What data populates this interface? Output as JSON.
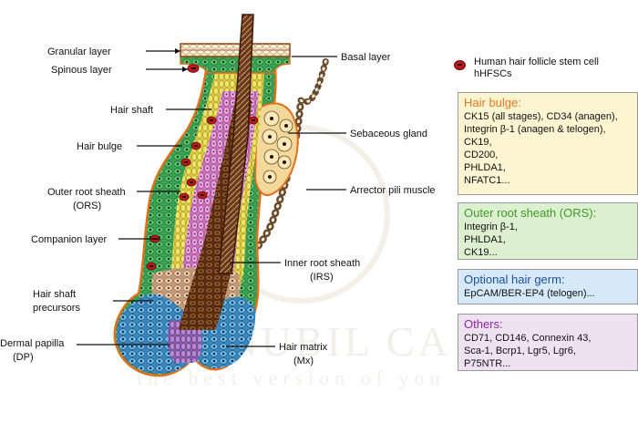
{
  "watermark": {
    "main": "ALNUBIL CA",
    "sub": "the best version of you"
  },
  "labels": {
    "granular_layer": "Granular layer",
    "spinous_layer": "Spinous layer",
    "hair_shaft": "Hair shaft",
    "hair_bulge": "Hair  bulge",
    "outer_root_sheath": "Outer root sheath",
    "ors_abbr": "(ORS)",
    "companion_layer": "Companion layer",
    "hair_shaft_precursors_1": "Hair shaft",
    "hair_shaft_precursors_2": "precursors",
    "dermal_papilla": "Dermal papilla",
    "dp_abbr": "(DP)",
    "basal_layer": "Basal layer",
    "sebaceous_gland": "Sebaceous gland",
    "arrector_pili": "Arrector pili muscle",
    "inner_root_sheath": "Inner root sheath",
    "irs_abbr": "(IRS)",
    "hair_matrix": "Hair matrix",
    "mx_abbr": "(Mx)"
  },
  "legend": {
    "line1": "Human hair follicle stem cell",
    "line2": "hHFSCs"
  },
  "boxes": {
    "bulge": {
      "title": "Hair  bulge:",
      "lines": [
        "CK15 (all stages), CD34 (anagen),",
        "Integrin β-1 (anagen & telogen),",
        "CK19,",
        "CD200,",
        "PHLDA1,",
        "NFATC1..."
      ],
      "bg": "#fdf5d2",
      "title_color": "#e07818"
    },
    "ors": {
      "title": "Outer root sheath (ORS):",
      "lines": [
        "Integrin β-1,",
        "PHLDA1,",
        "CK19..."
      ],
      "bg": "#dcefcf",
      "title_color": "#3f9a2a"
    },
    "germ": {
      "title": "Optional hair germ:",
      "lines": [
        "EpCAM/BER-EP4 (telogen)..."
      ],
      "bg": "#d5e9f8",
      "title_color": "#1f4f9a"
    },
    "others": {
      "title": "Others:",
      "lines": [
        "CD71, CD146, Connexin 43,",
        "Sca-1, Bcrp1,  Lgr5, Lgr6,",
        "P75NTR..."
      ],
      "bg": "#eee2f2",
      "title_color": "#8a2a9a"
    }
  },
  "colors": {
    "outline": "#e0701a",
    "ors_green": "#3aa455",
    "companion_yellow": "#e8d94a",
    "irs_pink": "#d98ac8",
    "shaft_brown": "#6b3a1a",
    "matrix_blue": "#5aa8d8",
    "precursor_tan": "#d8b89a",
    "sebaceous": "#f3d89a",
    "stem_cell_red": "#c01818"
  }
}
